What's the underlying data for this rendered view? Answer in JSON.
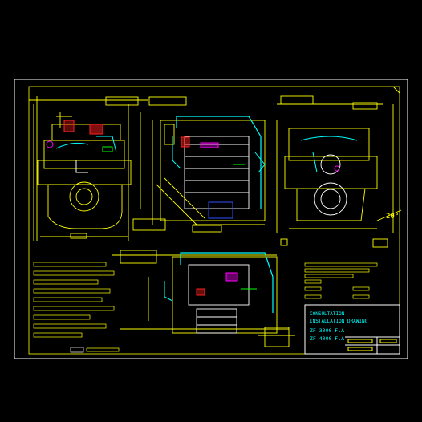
{
  "viewer": {
    "background": "#000000"
  },
  "colors": {
    "frame": "#ffffff",
    "main": "#ffff00",
    "cyan": "#00ffff",
    "red": "#ff2020",
    "magenta": "#ff00ff",
    "green": "#00ff00",
    "white": "#ffffff",
    "blue": "#3050ff",
    "grey": "#909090"
  },
  "drawing": {
    "title_block": {
      "line1": "CONSULTATION",
      "line2": "INSTALLATION DRAWING",
      "line3": "ZF 3000  F.A",
      "line4": "ZF 4000  F.A"
    },
    "angle_annotation": "20°"
  }
}
